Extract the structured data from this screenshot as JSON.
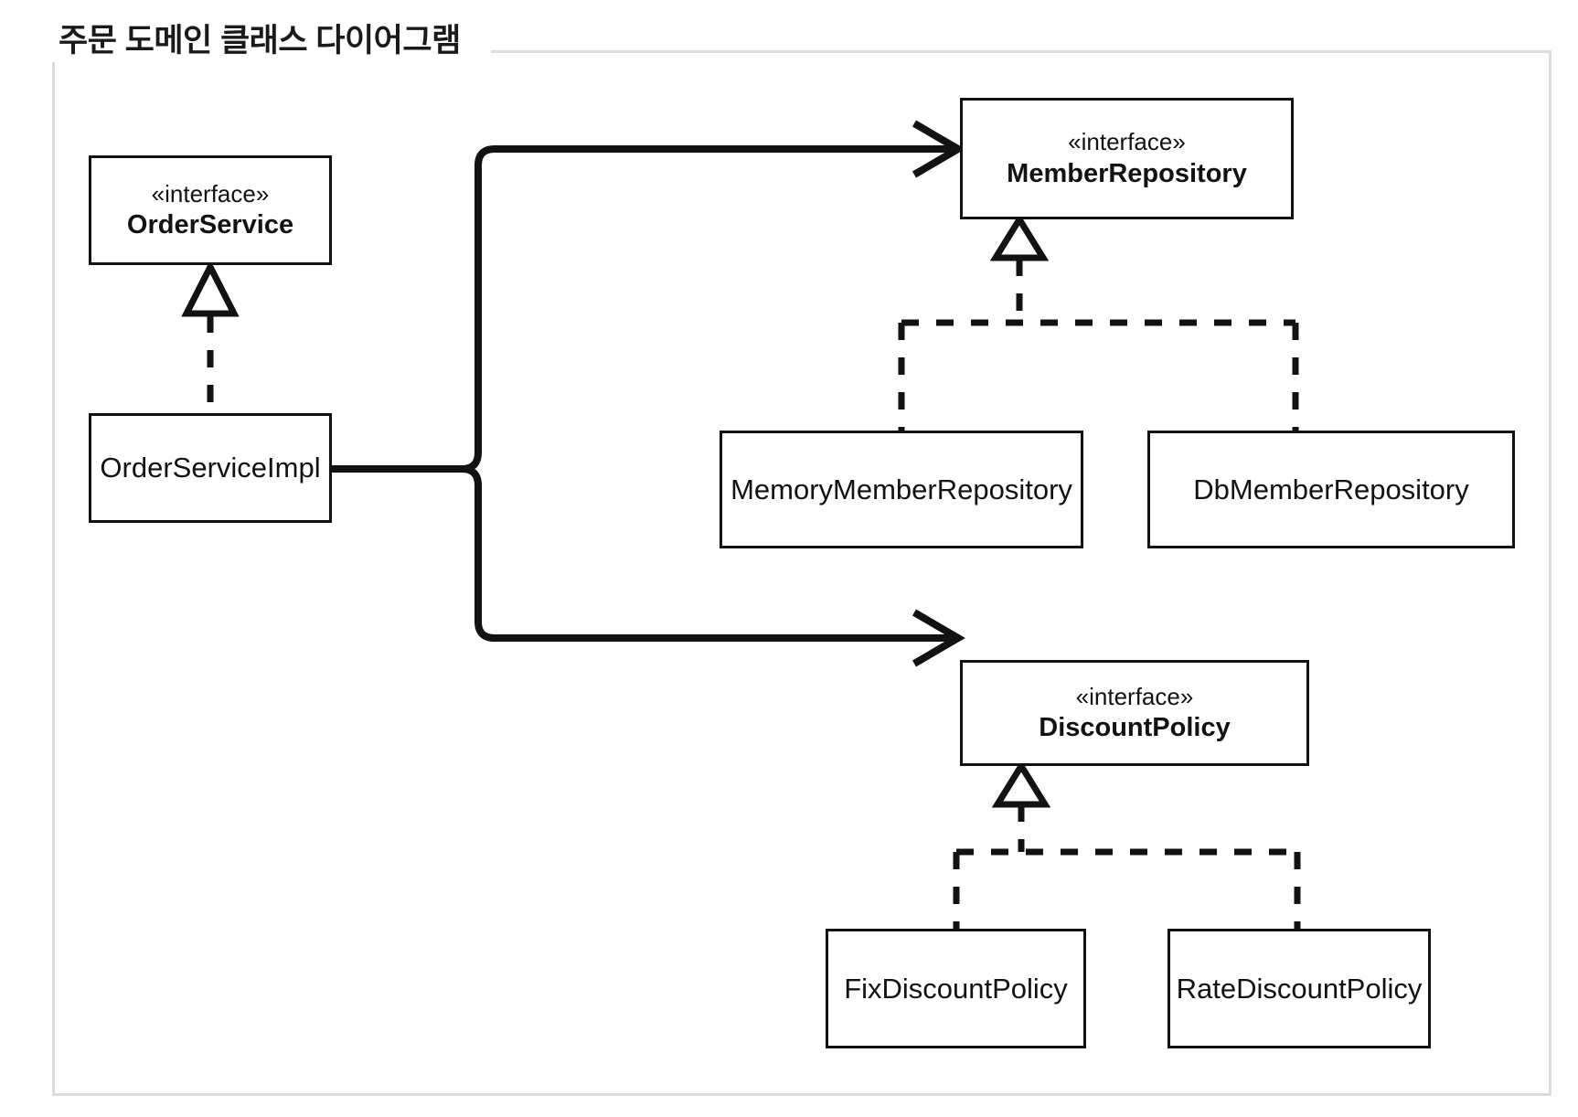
{
  "panel": {
    "title": "주문 도메인 클래스 다이어그램"
  },
  "diagram": {
    "type": "uml-class-diagram",
    "nodes": [
      {
        "id": "order-service",
        "stereotype": "«interface»",
        "name": "OrderService",
        "kind": "interface"
      },
      {
        "id": "order-service-impl",
        "stereotype": "",
        "name": "OrderServiceImpl",
        "kind": "class"
      },
      {
        "id": "member-repository",
        "stereotype": "«interface»",
        "name": "MemberRepository",
        "kind": "interface"
      },
      {
        "id": "memory-member-repository",
        "stereotype": "",
        "name": "MemoryMemberRepository",
        "kind": "class"
      },
      {
        "id": "db-member-repository",
        "stereotype": "",
        "name": "DbMemberRepository",
        "kind": "class"
      },
      {
        "id": "discount-policy",
        "stereotype": "«interface»",
        "name": "DiscountPolicy",
        "kind": "interface"
      },
      {
        "id": "fix-discount-policy",
        "stereotype": "",
        "name": "FixDiscountPolicy",
        "kind": "class"
      },
      {
        "id": "rate-discount-policy",
        "stereotype": "",
        "name": "RateDiscountPolicy",
        "kind": "class"
      }
    ],
    "edges": [
      {
        "from": "order-service-impl",
        "to": "order-service",
        "relation": "realization",
        "style": "dashed-hollow-triangle"
      },
      {
        "from": "order-service-impl",
        "to": "member-repository",
        "relation": "association",
        "style": "solid-open-arrow"
      },
      {
        "from": "order-service-impl",
        "to": "discount-policy",
        "relation": "association",
        "style": "solid-open-arrow"
      },
      {
        "from": "memory-member-repository",
        "to": "member-repository",
        "relation": "realization",
        "style": "dashed-hollow-triangle"
      },
      {
        "from": "db-member-repository",
        "to": "member-repository",
        "relation": "realization",
        "style": "dashed-hollow-triangle"
      },
      {
        "from": "fix-discount-policy",
        "to": "discount-policy",
        "relation": "realization",
        "style": "dashed-hollow-triangle"
      },
      {
        "from": "rate-discount-policy",
        "to": "discount-policy",
        "relation": "realization",
        "style": "dashed-hollow-triangle"
      }
    ]
  },
  "colors": {
    "line": "#121212",
    "panel_border": "#dcdcdc",
    "background": "#ffffff",
    "text": "#121212"
  }
}
